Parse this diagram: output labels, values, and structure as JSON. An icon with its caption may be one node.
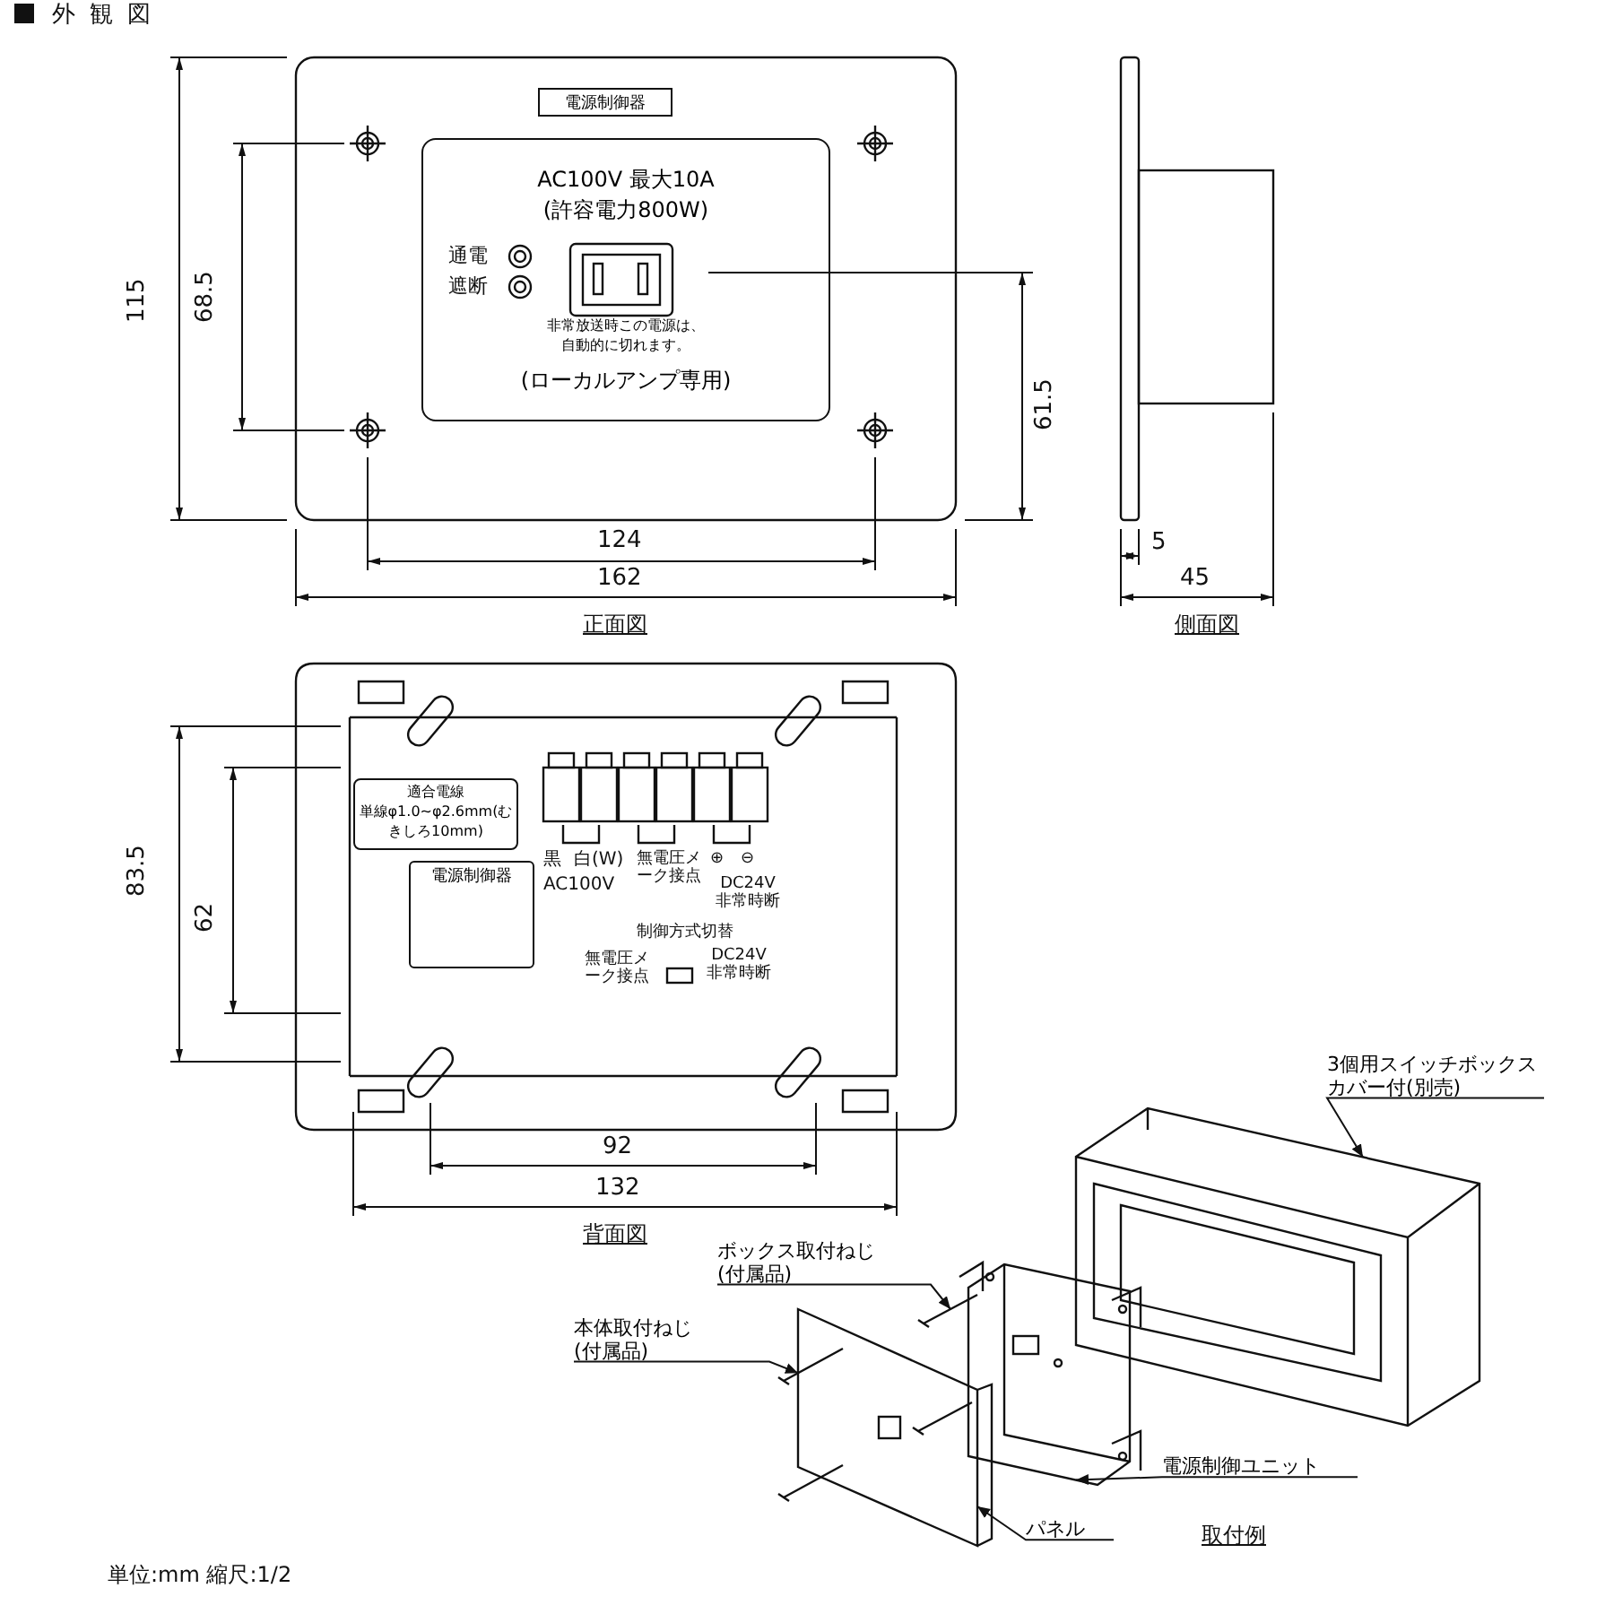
{
  "diagram": {
    "title": "外観図",
    "nodes": [
      {
        "text": [
          "電源制御器"
        ]
      },
      {
        "text": [
          "AC100V 最大10A",
          "(許容電力800W)",
          "非常放送時この電源は、自動的に切れます。",
          "(ローカルアンプ専用)"
        ]
      },
      {
        "text": [
          "適合電線",
          "単線φ1.0~φ2.6mm(むきしろ10mm)"
        ]
      },
      {
        "text": [
          "電源制御器"
        ]
      },
      {
        "text": [
          "3個用スイッチボックスカバー付(別売)"
        ]
      },
      {
        "text": [],
        "shape": "picture"
      },
      {
        "text": [
          "ボックス取付ねじ",
          "(付属品)"
        ]
      },
      {
        "text": [],
        "shape": "picture"
      },
      {
        "text": [
          "本体取付ねじ",
          "(付属品)"
        ]
      },
      {
        "text": [],
        "shape": "picture"
      },
      {
        "text": [
          "電源制御ユニット"
        ]
      },
      {
        "text": [],
        "shape": "picture"
      },
      {
        "text": [
          "パネル"
        ]
      },
      {
        "text": [],
        "shape": "picture"
      }
    ],
    "edges": [
      {
        "from": 4,
        "to": 5,
        "arrow": "to"
      },
      {
        "from": 6,
        "to": 7,
        "arrow": "to"
      },
      {
        "from": 8,
        "to": 9,
        "arrow": "to"
      },
      {
        "from": 10,
        "to": 11,
        "arrow": "to"
      },
      {
        "from": 12,
        "to": 13,
        "arrow": "to"
      }
    ],
    "labels": [
      "通電",
      "遮断",
      "115",
      "68.5",
      "61.5",
      "124",
      "162",
      "正面図",
      "5",
      "45",
      "側面図",
      "黒",
      "白(W)",
      "AC100V",
      "無電圧メーク接点",
      "⊕",
      "⊖",
      "DC24V非常時断",
      "制御方式切替",
      "無電圧メーク接点",
      "DC24V非常時断",
      "83.5",
      "62",
      "92",
      "132",
      "背面図",
      "取付例",
      "単位:mm 縮尺:1/2"
    ]
  }
}
